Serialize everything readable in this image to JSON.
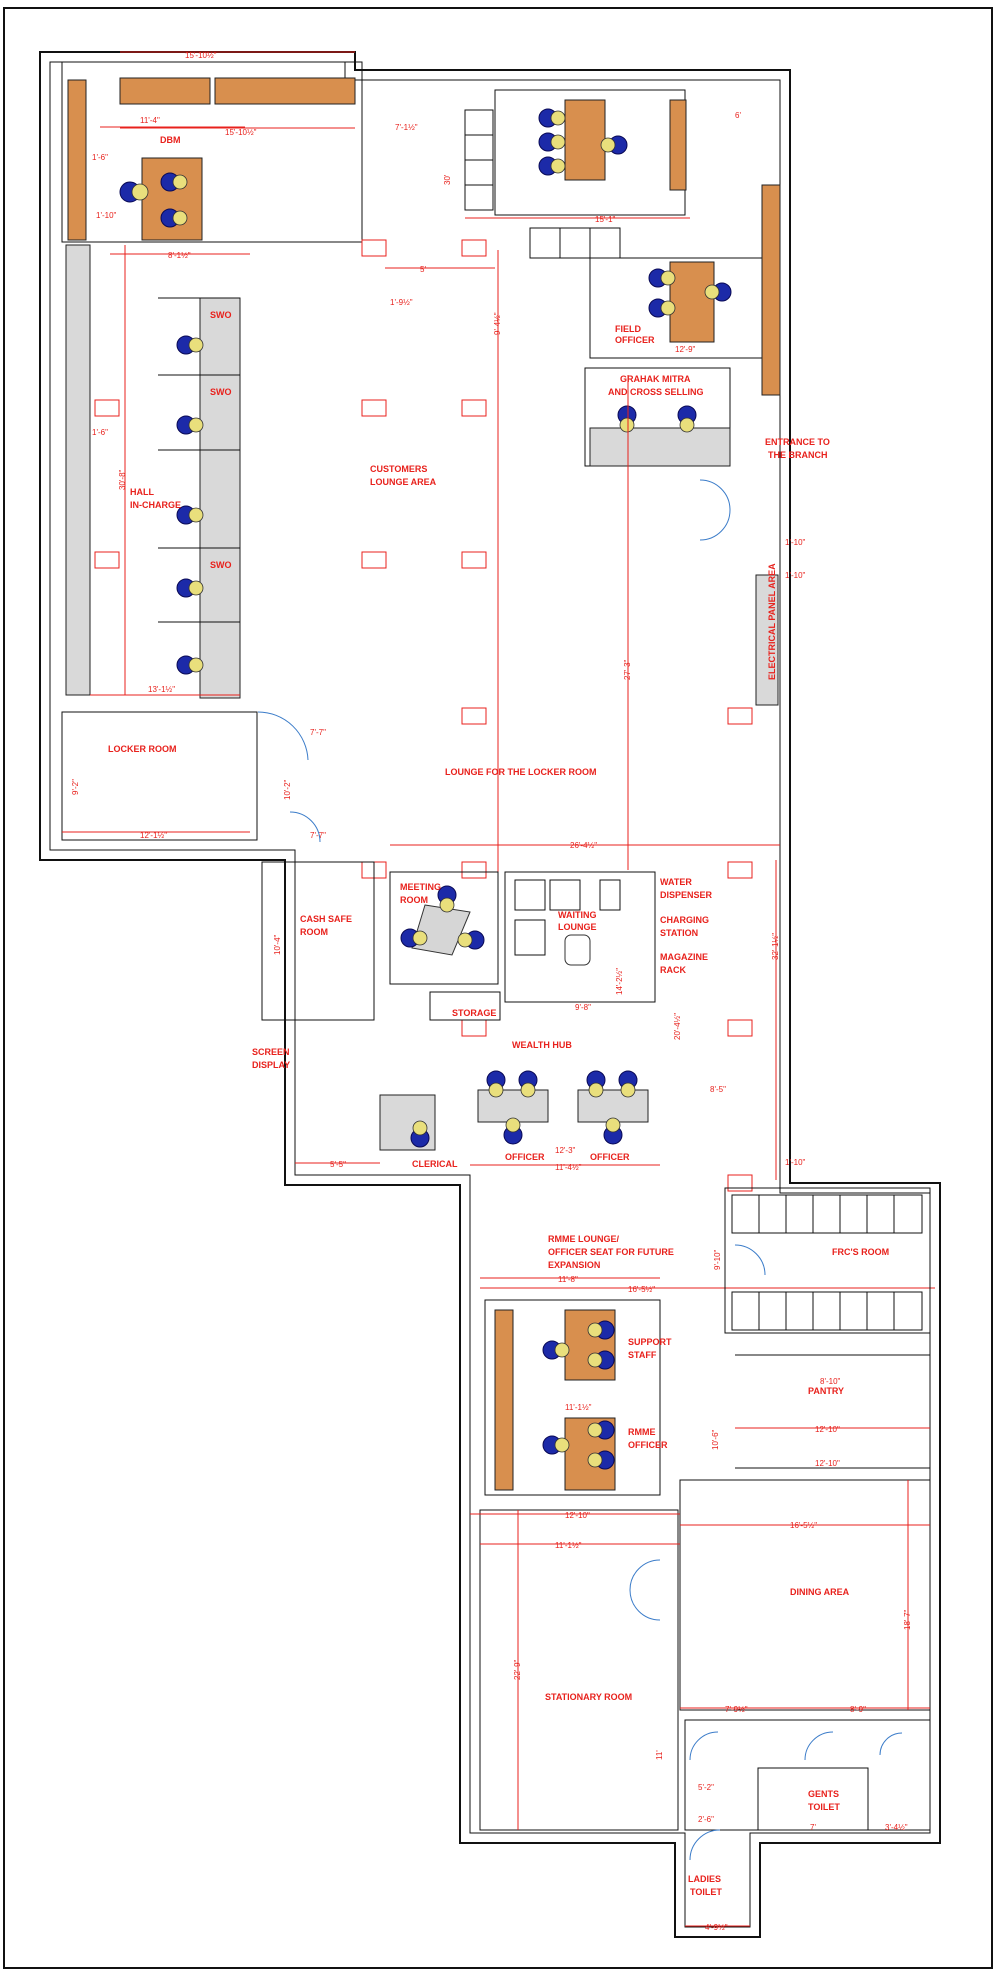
{
  "rooms": {
    "dbm": "DBM",
    "swo1": "SWO",
    "swo2": "SWO",
    "swo3": "SWO",
    "hall_incharge": [
      "HALL",
      "IN-CHARGE"
    ],
    "customers_lounge": [
      "CUSTOMERS",
      "LOUNGE AREA"
    ],
    "field_officer": [
      "FIELD",
      "OFFICER"
    ],
    "grahak_mitra": [
      "GRAHAK MITRA",
      "AND CROSS SELLING"
    ],
    "entrance": [
      "ENTRANCE TO",
      "THE BRANCH"
    ],
    "electrical_panel": "ELECTRICAL PANEL AREA",
    "locker_room": "LOCKER ROOM",
    "lounge_locker": "LOUNGE FOR THE LOCKER ROOM",
    "cash_safe": [
      "CASH SAFE",
      "ROOM"
    ],
    "meeting_room": [
      "MEETING",
      "ROOM"
    ],
    "waiting_lounge": [
      "WAITING",
      "LOUNGE"
    ],
    "water_dispenser": [
      "WATER",
      "DISPENSER"
    ],
    "charging_station": [
      "CHARGING",
      "STATION"
    ],
    "magazine_rack": [
      "MAGAZINE",
      "RACK"
    ],
    "storage": "STORAGE",
    "wealth_hub": "WEALTH HUB",
    "screen_display": [
      "SCREEN",
      "DISPLAY"
    ],
    "clerical": "CLERICAL",
    "officer1": "OFFICER",
    "officer2": "OFFICER",
    "rmme_lounge": [
      "RMME LOUNGE/",
      "OFFICER SEAT FOR FUTURE",
      "EXPANSION"
    ],
    "frcs_room": "FRC'S ROOM",
    "support_staff": [
      "SUPPORT",
      "STAFF"
    ],
    "rmme_officer": [
      "RMME",
      "OFFICER"
    ],
    "pantry": "PANTRY",
    "dining_area": "DINING AREA",
    "stationary_room": "STATIONARY ROOM",
    "gents_toilet": [
      "GENTS",
      "TOILET"
    ],
    "ladies_toilet": [
      "LADIES",
      "TOILET"
    ]
  },
  "dimensions": {
    "d1": "15'-10½\"",
    "d2": "11'-4\"",
    "d3": "15'-10½\"",
    "d4": "7'-1½\"",
    "d5": "1'-6\"",
    "d6": "1'-10\"",
    "d7": "8'-1½\"",
    "d8": "30'",
    "d9": "15'-1\"",
    "d10": "5'",
    "d11": "1'-9½\"",
    "d12": "1'-6\"",
    "d13": "30'-8\"",
    "d14": "13'-1½\"",
    "d15": "12'-9\"",
    "d16": "9'-4½\"",
    "d17": "27'-3\"",
    "d18": "1'-10\"",
    "d19": "1'-10\"",
    "d20": "12'-1½\"",
    "d21": "9'-2\"",
    "d22": "10'-2\"",
    "d23": "7'-7\"",
    "d24": "7'-7\"",
    "d25": "10'-4\"",
    "d26": "26'-4½\"",
    "d27": "9'-8\"",
    "d28": "32'-1½\"",
    "d29": "20'-4½\"",
    "d30": "14'-2½\"",
    "d31": "8'-5\"",
    "d32": "12'-3\"",
    "d33": "11'-4½\"",
    "d34": "5'-5\"",
    "d35": "1'-10\"",
    "d36": "11'-8\"",
    "d37": "16'-5½\"",
    "d38": "9'-10\"",
    "d39": "11'-1½\"",
    "d40": "8'-10\"",
    "d41": "12'-10\"",
    "d42": "12'-10\"",
    "d43": "12'-10\"",
    "d44": "16'-5½\"",
    "d45": "11'-1½\"",
    "d46": "18'-7\"",
    "d47": "22'-9\"",
    "d48": "11'",
    "d49": "7'-9½\"",
    "d50": "8'-9\"",
    "d51": "5'-2\"",
    "d52": "7'",
    "d53": "3'-4½\"",
    "d54": "2'-6\"",
    "d55": "4'-9½\"",
    "d56": "10'-6\"",
    "d57": "6'"
  }
}
